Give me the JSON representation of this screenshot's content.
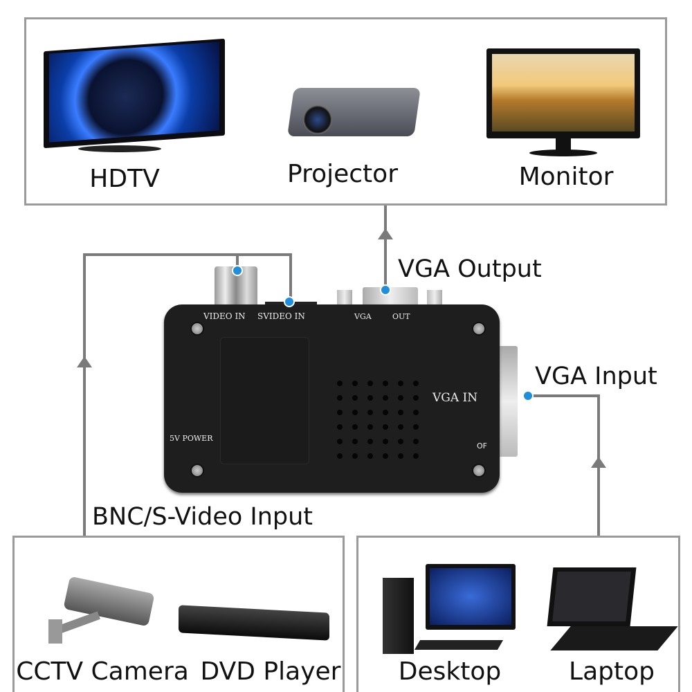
{
  "outputs": {
    "items": [
      {
        "label": "HDTV"
      },
      {
        "label": "Projector"
      },
      {
        "label": "Monitor"
      }
    ]
  },
  "connections": {
    "vga_output": "VGA Output",
    "vga_input": "VGA Input",
    "bnc_svideo_input": "BNC/S-Video Input"
  },
  "device": {
    "video_in": "VIDEO IN",
    "svideo_in": "SVIDEO IN",
    "vga": "VGA",
    "out": "OUT",
    "vga_in": "VGA IN",
    "power": "5V POWER",
    "of": "OF"
  },
  "video_sources": {
    "items": [
      {
        "label": "CCTV Camera"
      },
      {
        "label": "DVD Player"
      }
    ]
  },
  "vga_sources": {
    "items": [
      {
        "label": "Desktop"
      },
      {
        "label": "Laptop"
      }
    ]
  },
  "colors": {
    "line": "#7a7a7a",
    "box_border": "#9a9a9a",
    "connector_dot": "#1f8fdc",
    "device_body": "#1e1e1e"
  }
}
